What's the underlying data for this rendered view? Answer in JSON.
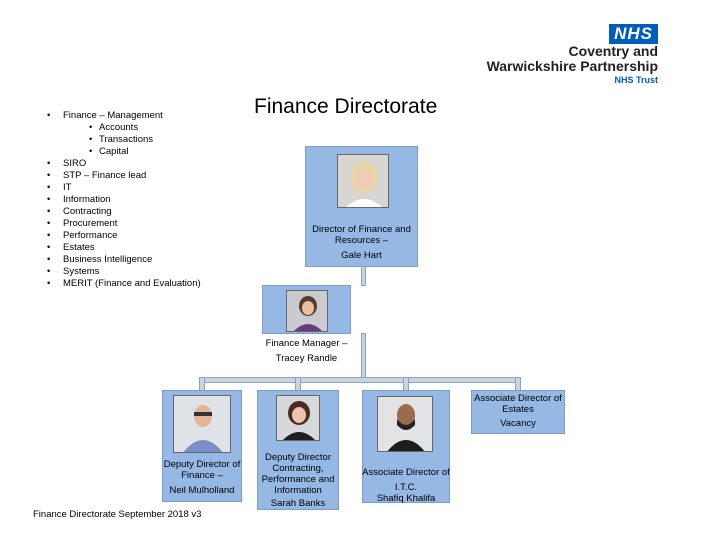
{
  "logo": {
    "badge": "NHS",
    "line1": "Coventry and",
    "line2": "Warwickshire Partnership",
    "line3": "NHS Trust"
  },
  "title": "Finance Directorate",
  "responsibilities": {
    "first": "Finance – Management",
    "finance_sub": [
      "Accounts",
      "Transactions",
      "Capital"
    ],
    "items": [
      "SIRO",
      "STP – Finance lead",
      "IT",
      "Information",
      "Contracting",
      "Procurement",
      "Performance",
      "Estates",
      "Business Intelligence",
      "Systems",
      "MERIT (Finance and Evaluation)"
    ]
  },
  "org": {
    "director": {
      "role": "Director of Finance and Resources –",
      "name": "Gale Hart"
    },
    "manager": {
      "role": "Finance Manager –",
      "name": "Tracey Randle"
    },
    "deputy_finance": {
      "role": "Deputy Director of Finance –",
      "name": "Neil Mulholland"
    },
    "deputy_contracting": {
      "role": "Deputy Director Contracting, Performance and Information",
      "name": "Sarah Banks"
    },
    "assoc_itc": {
      "role": "Associate Director of I.T.C.",
      "name": "Shafiq Khalifa"
    },
    "assoc_estates": {
      "role": "Associate Director of Estates",
      "name": "Vacancy"
    }
  },
  "footer": "Finance Directorate September 2018 v3",
  "colors": {
    "box": "#95b8e5",
    "connector": "#c9d4e0",
    "nhs_blue": "#005eb8"
  }
}
